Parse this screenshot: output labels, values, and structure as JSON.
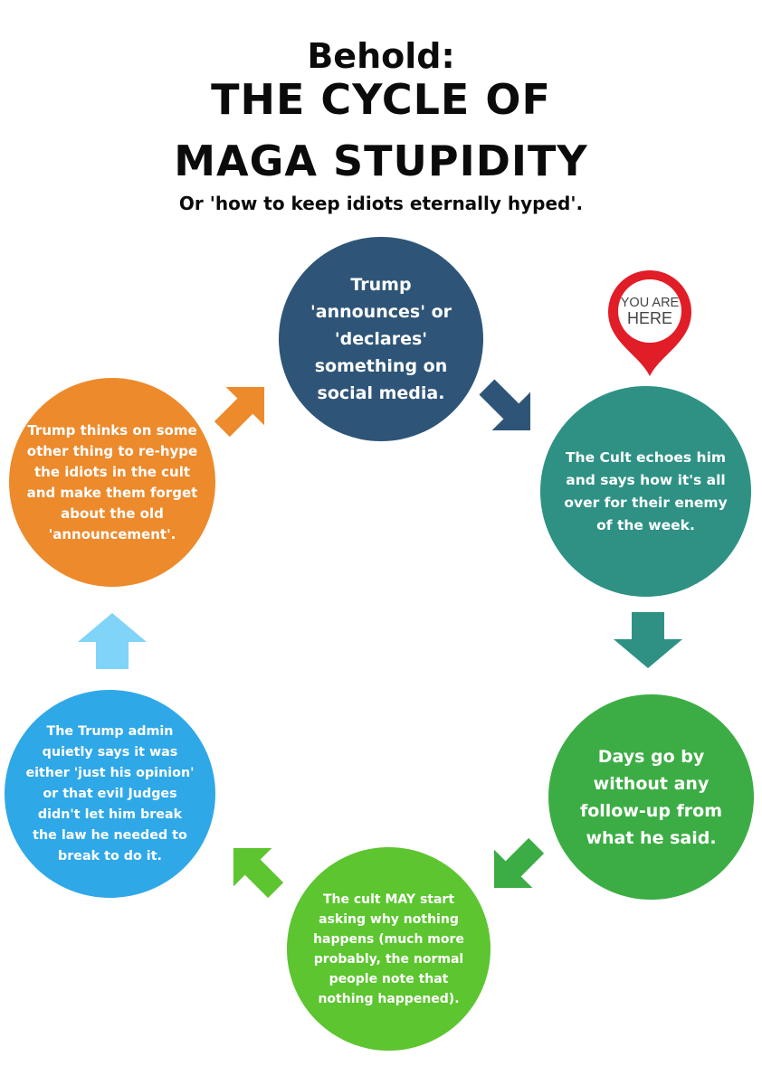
{
  "title": {
    "line1": "Behold:",
    "line2": "THE CYCLE OF",
    "line3": "MAGA STUPIDITY",
    "subtitle": "Or 'how to keep idiots eternally hyped'."
  },
  "steps": [
    {
      "text": "Trump 'announces' or 'declares' something on social media.",
      "color": "#2e5577"
    },
    {
      "text": "The Cult echoes him and says how it's all over for their enemy of the week.",
      "color": "#2e9184"
    },
    {
      "text": "Days go by without any follow-up from what he said.",
      "color": "#3cad44"
    },
    {
      "text": "The cult MAY start asking why nothing happens (much more probably, the normal people note that nothing happened).",
      "color": "#5cc52f"
    },
    {
      "text": "The Trump admin quietly says it was either 'just his opinion' or that evil Judges didn't let him break the law he needed to break to do it.",
      "color": "#2fa8e8"
    },
    {
      "text": "Trump thinks on some other thing to re-hype the idiots in the cult and make them forget about the old 'announcement'.",
      "color": "#ec8a2c"
    }
  ],
  "marker": {
    "line1": "YOU ARE",
    "line2": "HERE",
    "color": "#e11d27",
    "icon": "location-pin-icon"
  },
  "arrow_colors": [
    "#2e5577",
    "#2e9184",
    "#3cad44",
    "#5cc52f",
    "#7fd4f7",
    "#ec8a2c"
  ]
}
